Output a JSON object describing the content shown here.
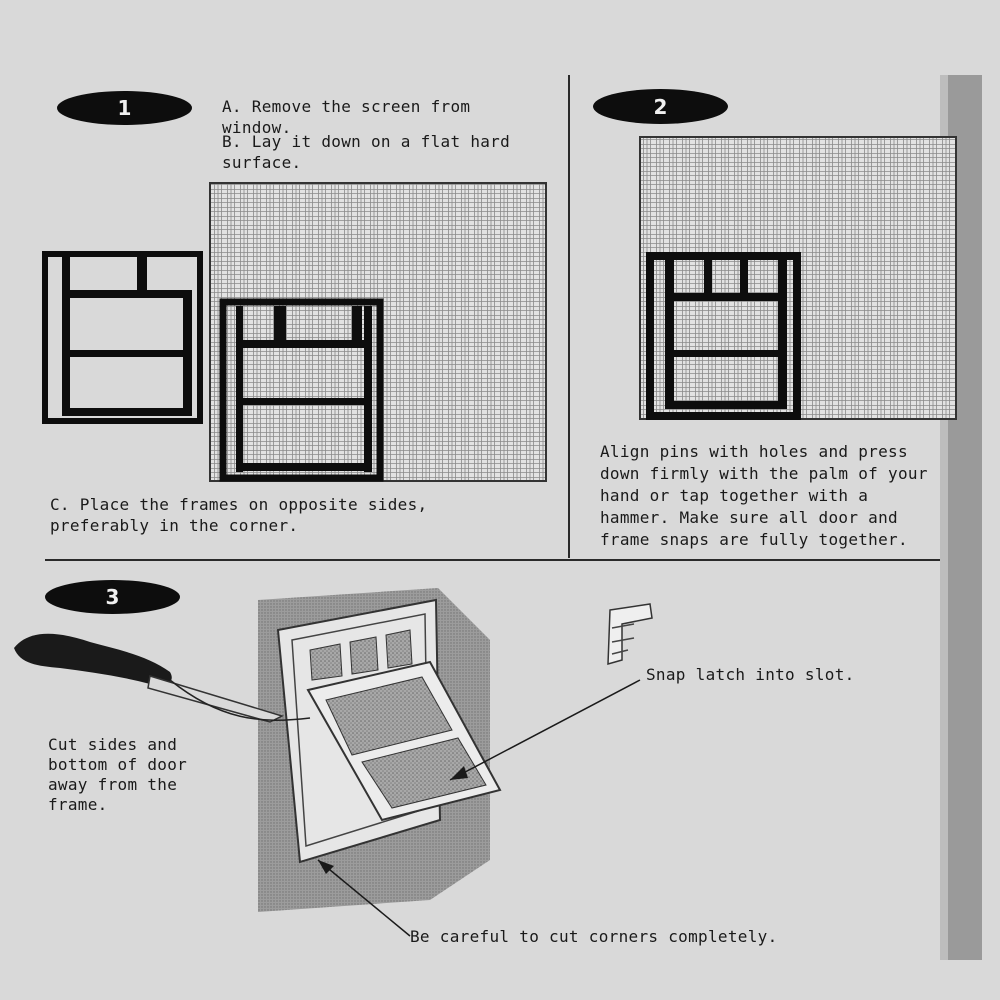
{
  "steps": [
    {
      "number": "1"
    },
    {
      "number": "2"
    },
    {
      "number": "3"
    }
  ],
  "step1": {
    "line_a": "A. Remove the screen from\n   window.",
    "line_b": "B. Lay it down on a flat hard\n   surface.",
    "line_c": "C. Place the frames on opposite sides,\n   preferably in the corner."
  },
  "step2": {
    "text": "Align pins with holes and press\ndown firmly with the palm of your\nhand or tap together with a\nhammer. Make sure all door and\nframe snaps are fully together."
  },
  "step3": {
    "cut_text": "Cut sides and\nbottom of door\naway from the\nframe.",
    "latch_text": "Snap latch into slot.",
    "corner_text": "Be careful to cut corners completely."
  },
  "colors": {
    "background": "#d9d9d9",
    "ink": "#0d0d0d",
    "right_edge_strip": "#9a9a9a"
  }
}
